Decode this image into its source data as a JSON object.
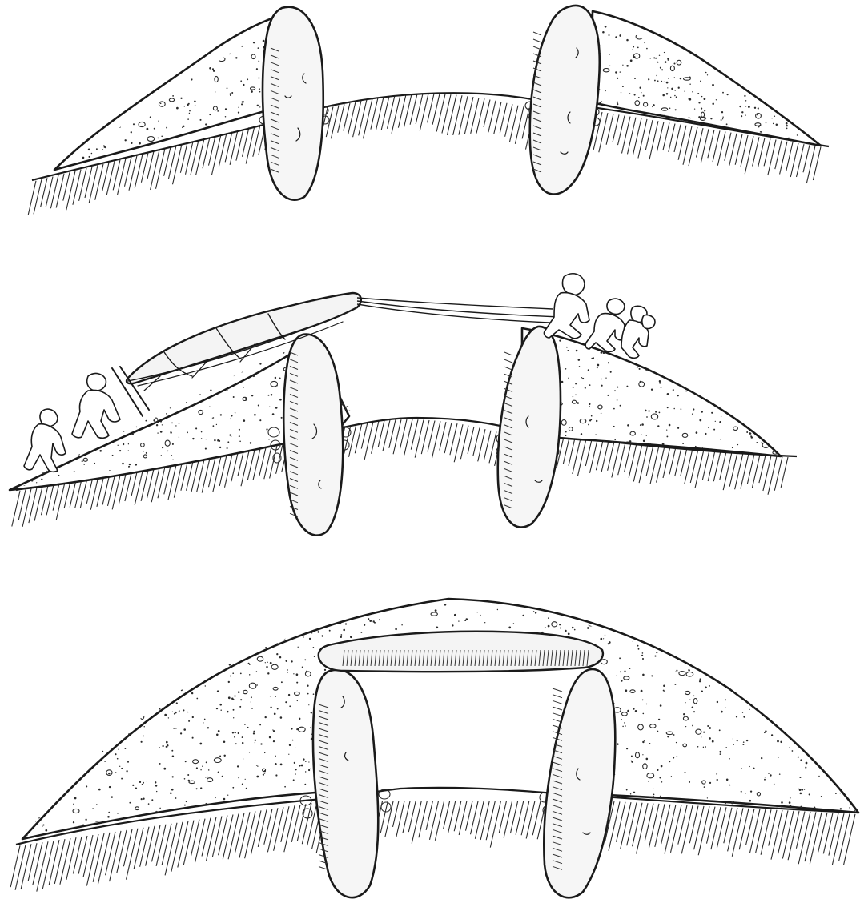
{
  "illustration": {
    "panels": [
      {
        "id": "stage-1"
      },
      {
        "id": "stage-2"
      },
      {
        "id": "stage-3"
      }
    ]
  }
}
